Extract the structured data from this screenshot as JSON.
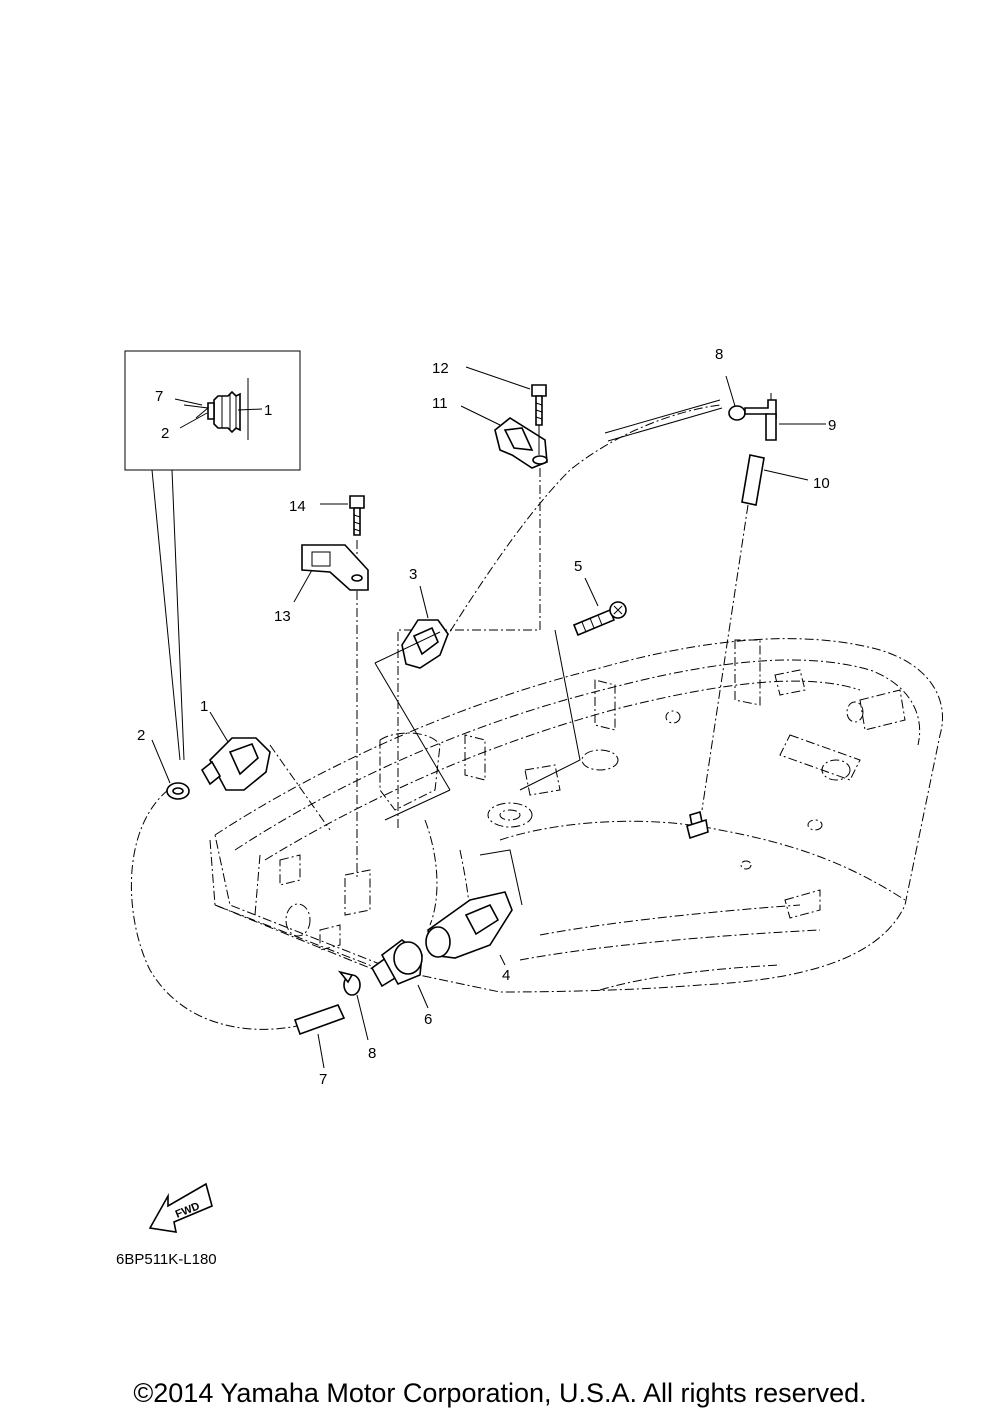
{
  "diagram": {
    "part_labels": {
      "p1": "1",
      "p2": "2",
      "p3": "3",
      "p4": "4",
      "p5": "5",
      "p6": "6",
      "p7": "7",
      "p8a": "8",
      "p8b": "8",
      "p9": "9",
      "p10": "10",
      "p11": "11",
      "p12": "12",
      "p13": "13",
      "p14": "14"
    },
    "inset_labels": {
      "i7": "7",
      "i2": "2",
      "i1": "1"
    },
    "fwd_arrow_text": "FWD",
    "drawing_code": "6BP511K-L180"
  },
  "footer": {
    "copyright": "©2014 Yamaha Motor Corporation, U.S.A. All rights reserved."
  }
}
